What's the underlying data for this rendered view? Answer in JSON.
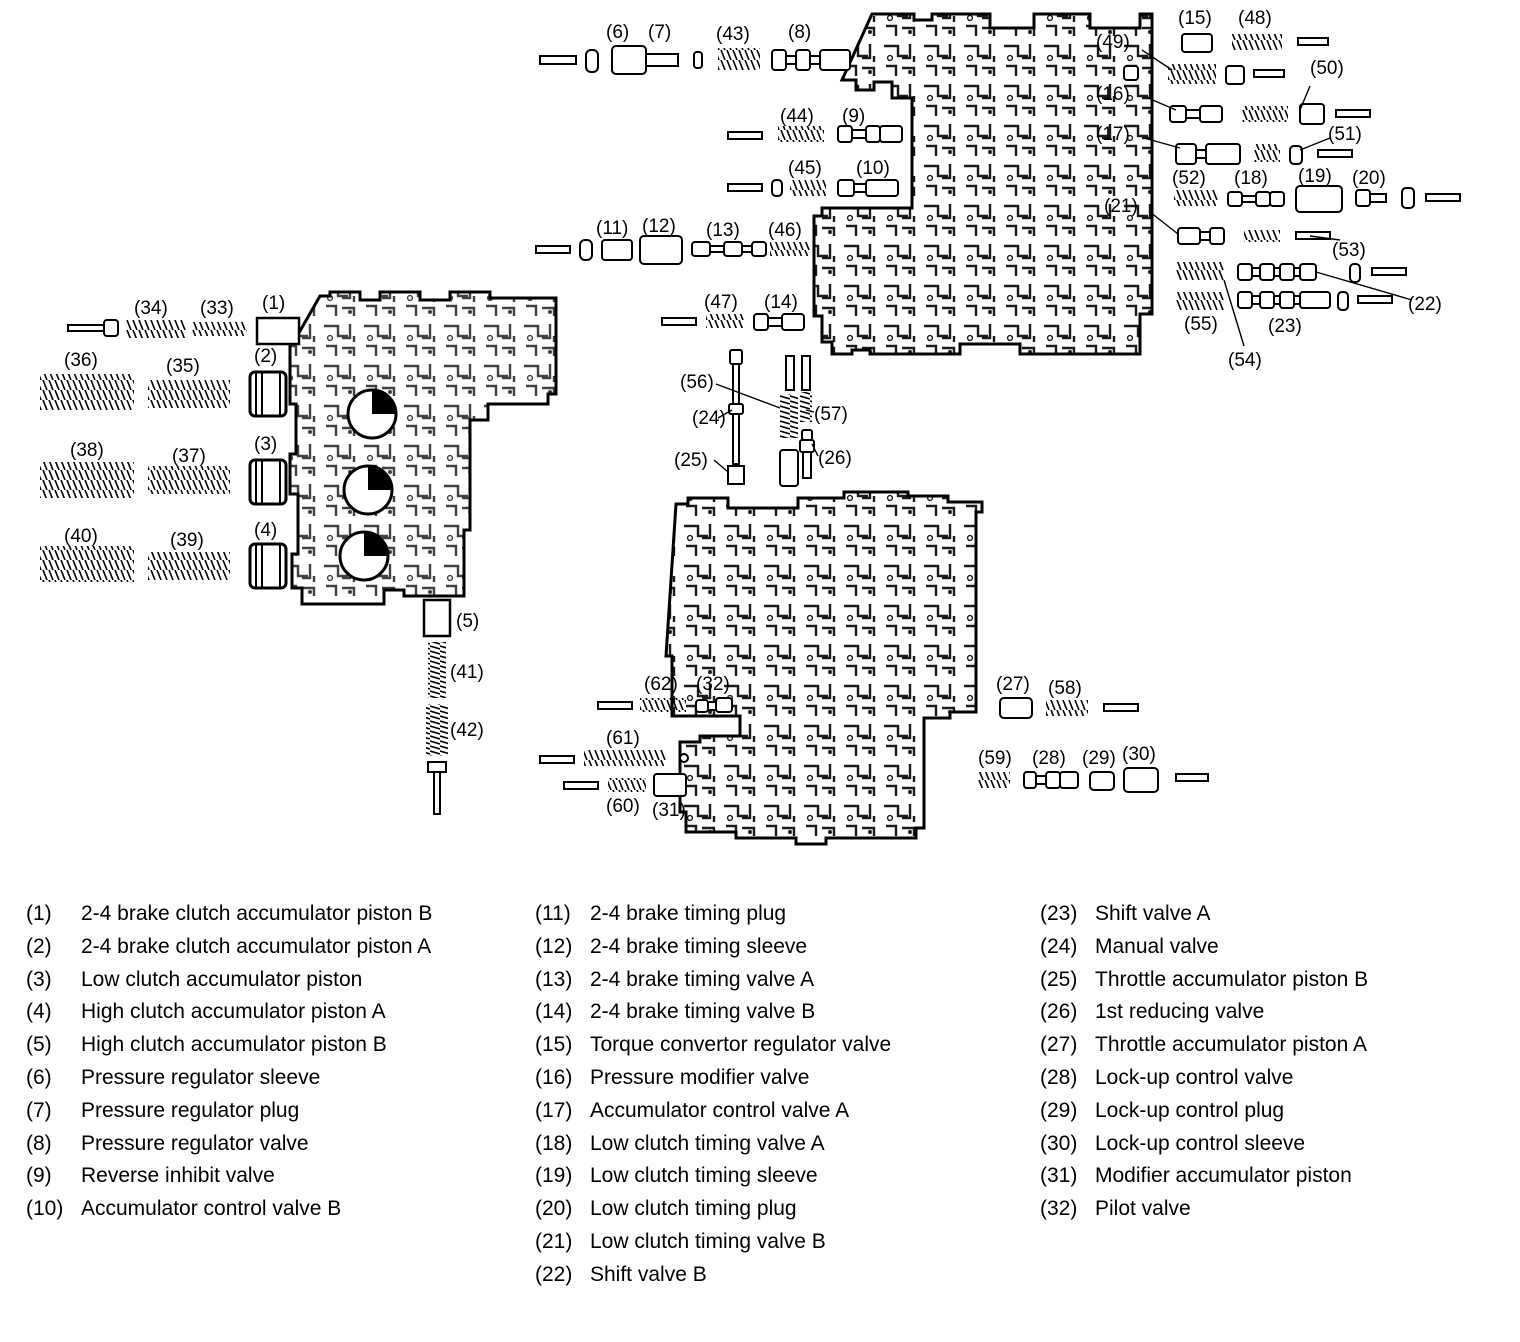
{
  "callouts": {
    "c1": "(1)",
    "c2": "(2)",
    "c3": "(3)",
    "c4": "(4)",
    "c5": "(5)",
    "c6": "(6)",
    "c7": "(7)",
    "c8": "(8)",
    "c9": "(9)",
    "c10": "(10)",
    "c11": "(11)",
    "c12": "(12)",
    "c13": "(13)",
    "c14": "(14)",
    "c15": "(15)",
    "c16": "(16)",
    "c17": "(17)",
    "c18": "(18)",
    "c19": "(19)",
    "c20": "(20)",
    "c21": "(21)",
    "c22": "(22)",
    "c23": "(23)",
    "c24": "(24)",
    "c25": "(25)",
    "c26": "(26)",
    "c27": "(27)",
    "c28": "(28)",
    "c29": "(29)",
    "c30": "(30)",
    "c31": "(31)",
    "c32": "(32)",
    "c33": "(33)",
    "c34": "(34)",
    "c35": "(35)",
    "c36": "(36)",
    "c37": "(37)",
    "c38": "(38)",
    "c39": "(39)",
    "c40": "(40)",
    "c41": "(41)",
    "c42": "(42)",
    "c43": "(43)",
    "c44": "(44)",
    "c45": "(45)",
    "c46": "(46)",
    "c47": "(47)",
    "c48": "(48)",
    "c49": "(49)",
    "c50": "(50)",
    "c51": "(51)",
    "c52": "(52)",
    "c53": "(53)",
    "c54": "(54)",
    "c55": "(55)",
    "c56": "(56)",
    "c57": "(57)",
    "c58": "(58)",
    "c59": "(59)",
    "c60": "(60)",
    "c61": "(61)",
    "c62": "(62)"
  },
  "legend": {
    "col1": [
      {
        "num": "(1)",
        "text": "2-4 brake clutch accumulator piston B"
      },
      {
        "num": "(2)",
        "text": "2-4 brake clutch accumulator piston A"
      },
      {
        "num": "(3)",
        "text": "Low clutch accumulator piston"
      },
      {
        "num": "(4)",
        "text": "High clutch accumulator piston A"
      },
      {
        "num": "(5)",
        "text": "High clutch accumulator piston B"
      },
      {
        "num": "(6)",
        "text": "Pressure regulator sleeve"
      },
      {
        "num": "(7)",
        "text": "Pressure regulator plug"
      },
      {
        "num": "(8)",
        "text": "Pressure regulator valve"
      },
      {
        "num": "(9)",
        "text": "Reverse inhibit valve"
      },
      {
        "num": "(10)",
        "text": "Accumulator control valve B"
      }
    ],
    "col2": [
      {
        "num": "(11)",
        "text": "2-4 brake timing plug"
      },
      {
        "num": "(12)",
        "text": "2-4 brake timing sleeve"
      },
      {
        "num": "(13)",
        "text": "2-4 brake timing valve A"
      },
      {
        "num": "(14)",
        "text": "2-4 brake timing valve B"
      },
      {
        "num": "(15)",
        "text": "Torque convertor regulator valve"
      },
      {
        "num": "(16)",
        "text": "Pressure modifier valve"
      },
      {
        "num": "(17)",
        "text": "Accumulator control valve A"
      },
      {
        "num": "(18)",
        "text": "Low clutch timing valve A"
      },
      {
        "num": "(19)",
        "text": "Low clutch timing sleeve"
      },
      {
        "num": "(20)",
        "text": "Low clutch timing plug"
      },
      {
        "num": "(21)",
        "text": "Low clutch timing valve B"
      },
      {
        "num": "(22)",
        "text": "Shift valve B"
      }
    ],
    "col3": [
      {
        "num": "(23)",
        "text": "Shift valve A"
      },
      {
        "num": "(24)",
        "text": "Manual valve"
      },
      {
        "num": "(25)",
        "text": "Throttle accumulator piston B"
      },
      {
        "num": "(26)",
        "text": "1st reducing valve"
      },
      {
        "num": "(27)",
        "text": "Throttle accumulator piston A"
      },
      {
        "num": "(28)",
        "text": "Lock-up control valve"
      },
      {
        "num": "(29)",
        "text": "Lock-up control plug"
      },
      {
        "num": "(30)",
        "text": "Lock-up control sleeve"
      },
      {
        "num": "(31)",
        "text": "Modifier accumulator piston"
      },
      {
        "num": "(32)",
        "text": "Pilot valve"
      }
    ]
  }
}
